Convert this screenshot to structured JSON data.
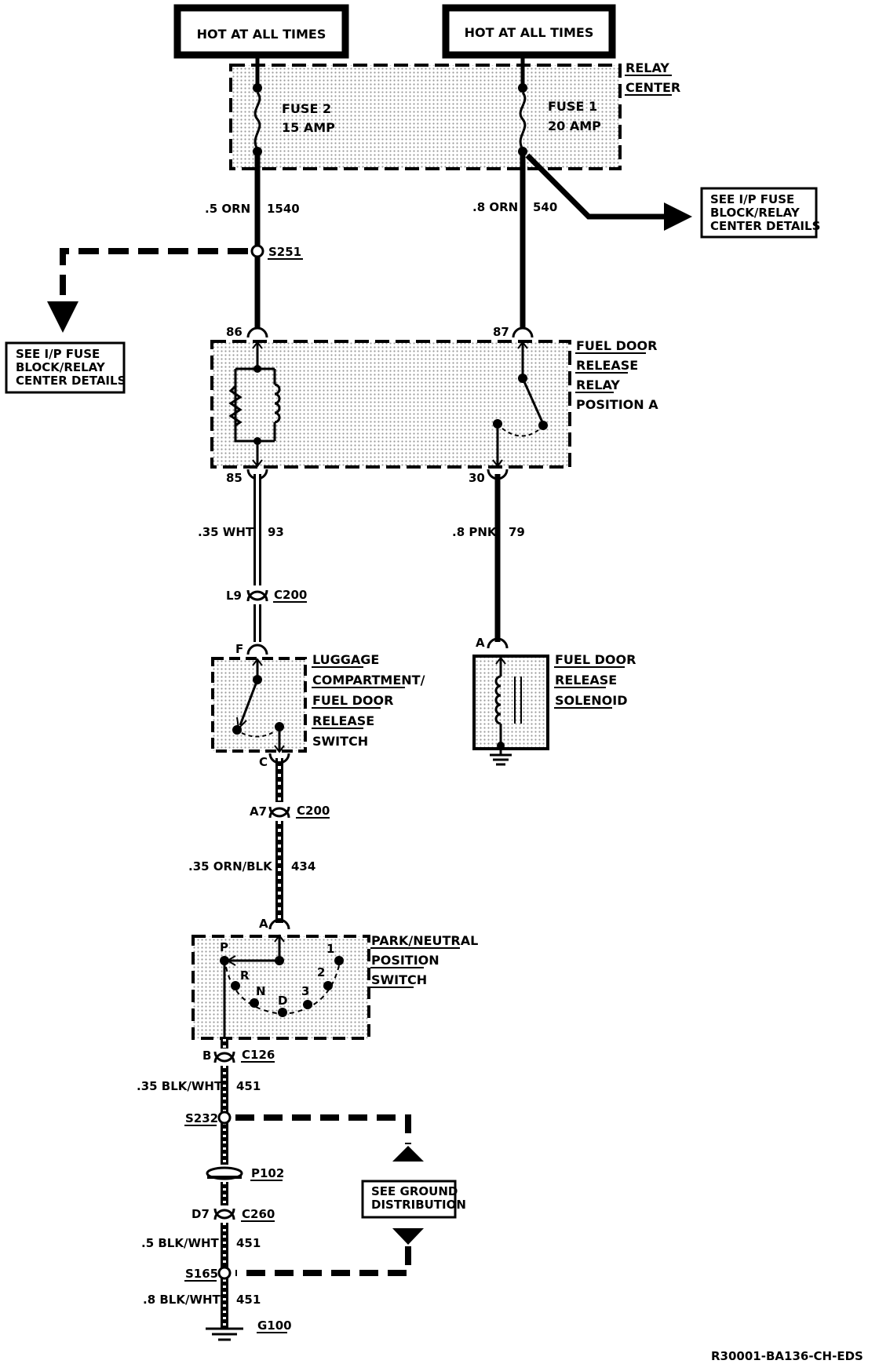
{
  "power": {
    "left": "HOT AT ALL TIMES",
    "right": "HOT AT ALL TIMES"
  },
  "relay_center": {
    "line1": "RELAY",
    "line2": "CENTER"
  },
  "fuse2": {
    "name": "FUSE 2",
    "rating": "15 AMP"
  },
  "fuse1": {
    "name": "FUSE 1",
    "rating": "20 AMP"
  },
  "wires": {
    "w1540": {
      "gauge": ".5 ORN",
      "circuit": "1540"
    },
    "w540": {
      "gauge": ".8 ORN",
      "circuit": "540"
    },
    "w93": {
      "gauge": ".35 WHT",
      "circuit": "93"
    },
    "w79": {
      "gauge": ".8 PNK",
      "circuit": "79"
    },
    "w434": {
      "gauge": ".35 ORN/BLK",
      "circuit": "434"
    },
    "w451a": {
      "gauge": ".35 BLK/WHT",
      "circuit": "451"
    },
    "w451b": {
      "gauge": ".5 BLK/WHT",
      "circuit": "451"
    },
    "w451c": {
      "gauge": ".8 BLK/WHT",
      "circuit": "451"
    }
  },
  "splices": {
    "s251": "S251",
    "s232": "S232",
    "s165": "S165"
  },
  "notes": {
    "ip_fuse_right": [
      "SEE I/P FUSE",
      "BLOCK/RELAY",
      "CENTER DETAILS"
    ],
    "ip_fuse_left": [
      "SEE I/P FUSE",
      "BLOCK/RELAY",
      "CENTER DETAILS"
    ],
    "ground_dist": [
      "SEE GROUND",
      "DISTRIBUTION"
    ]
  },
  "relay": {
    "labels": [
      "FUEL DOOR",
      "RELEASE",
      "RELAY",
      "POSITION A"
    ],
    "pins": {
      "p86": "86",
      "p87": "87",
      "p85": "85",
      "p30": "30"
    }
  },
  "connectors": {
    "l9": "L9",
    "c200a": "C200",
    "a7": "A7",
    "c200b": "C200",
    "b": "B",
    "c126": "C126",
    "d7": "D7",
    "c260": "C260"
  },
  "luggage_switch": {
    "labels": [
      "LUGGAGE",
      "COMPARTMENT/",
      "FUEL DOOR",
      "RELEASE",
      "SWITCH"
    ],
    "pins": {
      "f": "F",
      "c": "C"
    }
  },
  "solenoid": {
    "labels": [
      "FUEL DOOR",
      "RELEASE",
      "SOLENOID"
    ],
    "pin": "A"
  },
  "pn_switch": {
    "labels": [
      "PARK/NEUTRAL",
      "POSITION",
      "SWITCH"
    ],
    "pin": "A",
    "positions": {
      "p": "P",
      "r": "R",
      "n": "N",
      "d": "D",
      "three": "3",
      "two": "2",
      "one": "1"
    }
  },
  "p102": "P102",
  "ground": "G100",
  "figure_id": "R30001-BA136-CH-EDS"
}
